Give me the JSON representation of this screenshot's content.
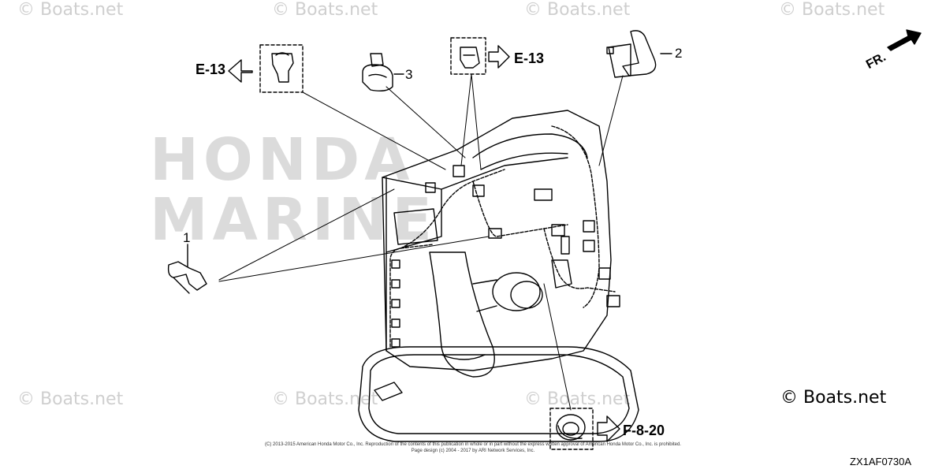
{
  "watermarks": {
    "tile_text": "© Boats.net",
    "corner_text": "© Boats.net"
  },
  "brand_watermark": {
    "line1": "HONDA",
    "line2": "MARINE"
  },
  "references": {
    "left_e13": "E-13",
    "top_e13": "E-13",
    "bottom_f820": "F-8-20"
  },
  "callouts": {
    "part1": "1",
    "part2": "2",
    "part3": "3"
  },
  "direction_label": "FR.",
  "copyright_lines": [
    "(C) 2013-2015 American Honda Motor Co., Inc. Reproduction of the contents of this publication in whole or in part without the express written approval of American Honda Motor Co., Inc. is prohibited.",
    "Page design (c) 2004 - 2017 by ARI Network Services, Inc."
  ],
  "diagram_code": "ZX1AF0730A",
  "colors": {
    "line": "#000000",
    "watermark": "#cfcfcf",
    "brand": "#c9c9c9"
  }
}
